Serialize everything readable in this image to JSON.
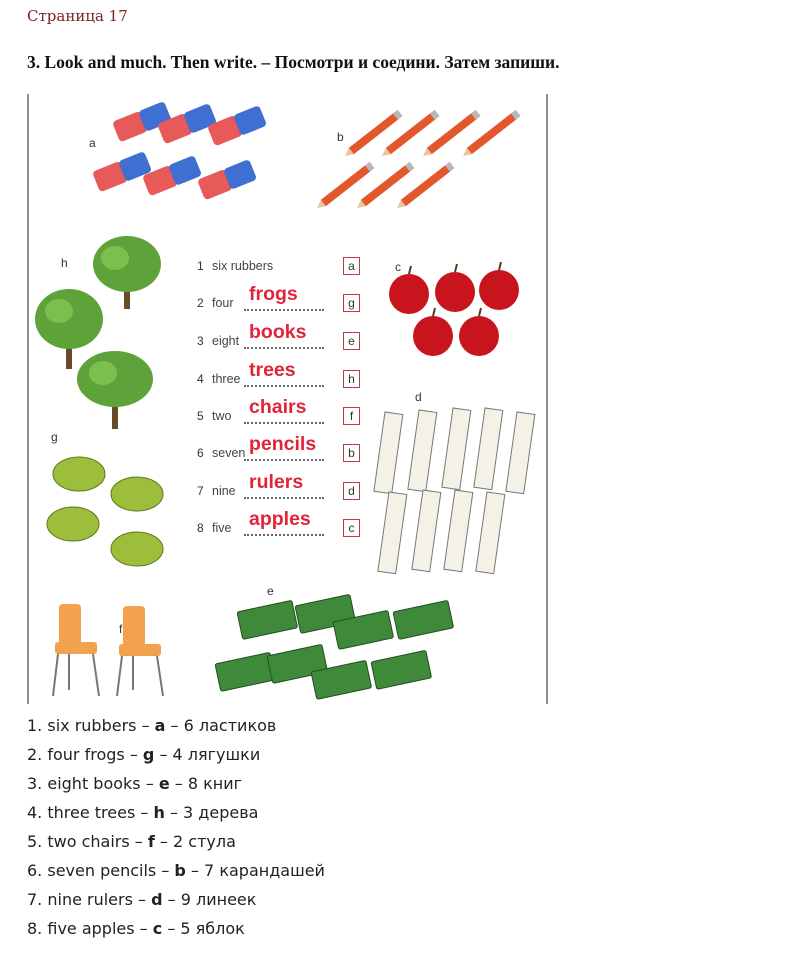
{
  "page": {
    "title": "Страница 17"
  },
  "task": {
    "title": "3. Look and much. Then write. – Посмотри и соедини. Затем запиши."
  },
  "worksheet": {
    "picture_labels": [
      "a",
      "b",
      "c",
      "d",
      "e",
      "f",
      "g",
      "h"
    ],
    "exercise_rows": [
      {
        "num": "1",
        "word": "six rubbers",
        "answer": "",
        "box": "a"
      },
      {
        "num": "2",
        "word": "four",
        "answer": "frogs",
        "box": "g"
      },
      {
        "num": "3",
        "word": "eight",
        "answer": "books",
        "box": "e"
      },
      {
        "num": "4",
        "word": "three",
        "answer": "trees",
        "box": "h"
      },
      {
        "num": "5",
        "word": "two",
        "answer": "chairs",
        "box": "f"
      },
      {
        "num": "6",
        "word": "seven",
        "answer": "pencils",
        "box": "b"
      },
      {
        "num": "7",
        "word": "nine",
        "answer": "rulers",
        "box": "d"
      },
      {
        "num": "8",
        "word": "five",
        "answer": "apples",
        "box": "c"
      }
    ]
  },
  "answers": [
    {
      "num": "1.",
      "phrase": "six rubbers",
      "sep1": " – ",
      "letter": "a",
      "sep2": " – ",
      "translation": "6 ластиков"
    },
    {
      "num": "2.",
      "phrase": "four frogs",
      "sep1": " – ",
      "letter": "g",
      "sep2": " – ",
      "translation": "4 лягушки"
    },
    {
      "num": "3.",
      "phrase": "eight books",
      "sep1": " – ",
      "letter": "e",
      "sep2": " – ",
      "translation": "8 книг"
    },
    {
      "num": "4.",
      "phrase": "three trees",
      "sep1": " – ",
      "letter": "h",
      "sep2": " – ",
      "translation": "3 дерева"
    },
    {
      "num": "5.",
      "phrase": "two chairs",
      "sep1": " – ",
      "letter": "f",
      "sep2": " – ",
      "translation": "2 стула"
    },
    {
      "num": "6.",
      "phrase": "seven pencils",
      "sep1": " – ",
      "letter": "b",
      "sep2": " – ",
      "translation": "7 карандашей"
    },
    {
      "num": "7.",
      "phrase": "nine rulers",
      "sep1": " – ",
      "letter": "d",
      "sep2": " – ",
      "translation": "9 линеек"
    },
    {
      "num": "8.",
      "phrase": "five apples",
      "sep1": " – ",
      "letter": "c",
      "sep2": " – ",
      "translation": "5 яблок"
    }
  ],
  "colors": {
    "title": "#7a2323",
    "answer_red": "#e0253a",
    "eraser_red": "#e85a5a",
    "eraser_blue": "#3f6fd0",
    "apple": "#c8141c",
    "book": "#3f8a3a",
    "chair": "#f2a14e",
    "frog": "#9cbe3a",
    "tree": "#5ea23a",
    "pencil": "#e2572b"
  }
}
